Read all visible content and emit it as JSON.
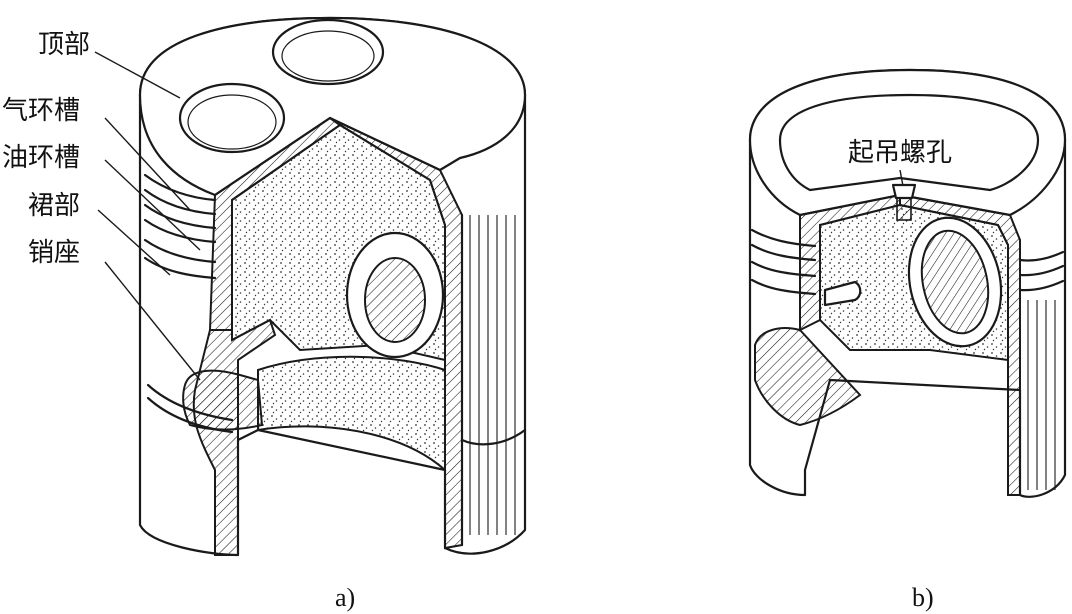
{
  "figure_a": {
    "labels": {
      "top": "顶部",
      "compression_ring_groove": "气环槽",
      "oil_ring_groove": "油环槽",
      "skirt": "裙部",
      "pin_boss": "销座"
    },
    "caption": "a)"
  },
  "figure_b": {
    "labels": {
      "lifting_screw_hole": "起吊螺孔"
    },
    "caption": "b)"
  },
  "colors": {
    "line": "#1a1a1a",
    "background": "#ffffff",
    "stipple": "#333333"
  }
}
